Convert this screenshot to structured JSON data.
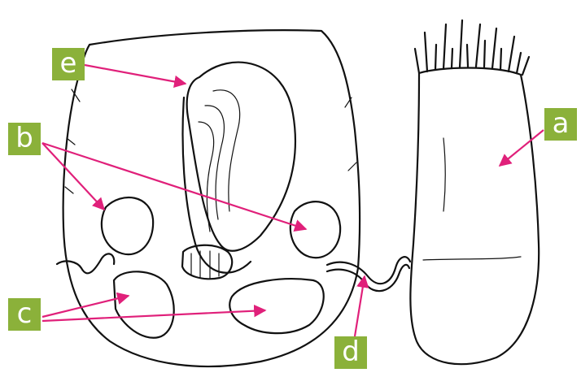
{
  "labels": {
    "a": "a",
    "b": "b",
    "c": "c",
    "d": "d",
    "e": "e"
  },
  "colors": {
    "label_background": "#8bb13a",
    "label_text": "#ffffff",
    "arrow": "#e0207a",
    "ink": "#111111"
  }
}
